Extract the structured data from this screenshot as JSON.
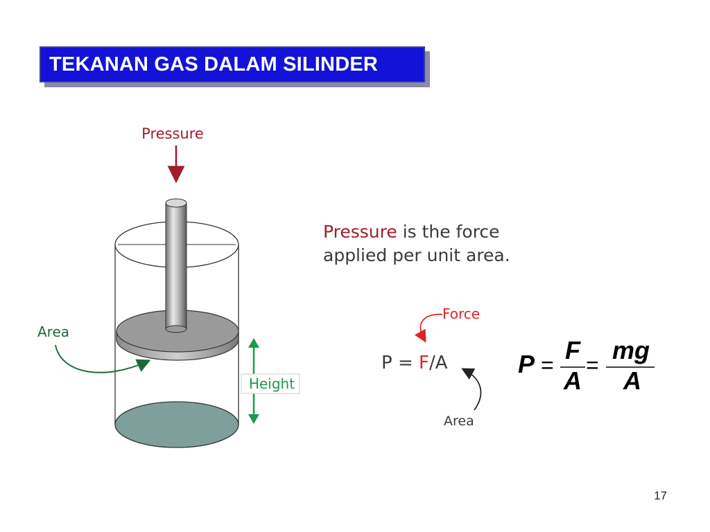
{
  "title": "TEKANAN GAS DALAM SILINDER",
  "diagram": {
    "pressure_label": "Pressure",
    "area_label": "Area",
    "height_label": "Height"
  },
  "definition": {
    "term": "Pressure",
    "rest_line1": " is the force",
    "line2": "applied per unit area."
  },
  "formula_small": {
    "force_label": "Force",
    "p": "P",
    "eq": " = ",
    "f": "F",
    "slash_a": "/A",
    "area_label": "Area"
  },
  "formula_big": {
    "p": "P",
    "eq1": "=",
    "num1": "F",
    "den1": "A",
    "eq2": "=",
    "num2": "mg",
    "den2": "A"
  },
  "page_number": "17",
  "colors": {
    "title_bg": "#1212d8",
    "pressure_red": "#a01d2a",
    "area_green": "#1e6a3a",
    "height_green": "#1a9a4a",
    "water": "#7f9f9d"
  }
}
